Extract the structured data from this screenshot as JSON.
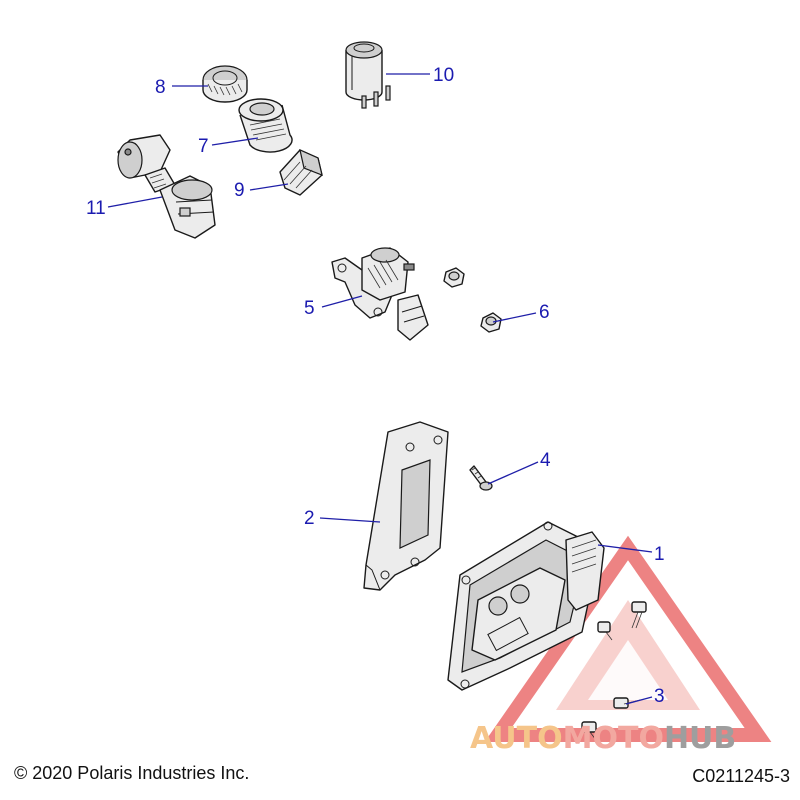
{
  "callouts": {
    "c1": "1",
    "c2": "2",
    "c3": "3",
    "c4": "4",
    "c5": "5",
    "c6": "6",
    "c7": "7",
    "c8": "8",
    "c9": "9",
    "c10": "10",
    "c11": "11"
  },
  "footer": {
    "copyright": "© 2020 Polaris Industries Inc.",
    "diagram_code": "C0211245-3"
  },
  "watermark": {
    "auto": "AUTO",
    "moto": "MOTO",
    "hub": "HUB",
    "colors": {
      "auto": "#f5c58a",
      "moto": "#f2a8a0",
      "hub": "#9e9e9e",
      "triangle": "#e85a5a"
    }
  },
  "colors": {
    "callout": "#1b1bb0",
    "line": "#1a1a1a"
  }
}
